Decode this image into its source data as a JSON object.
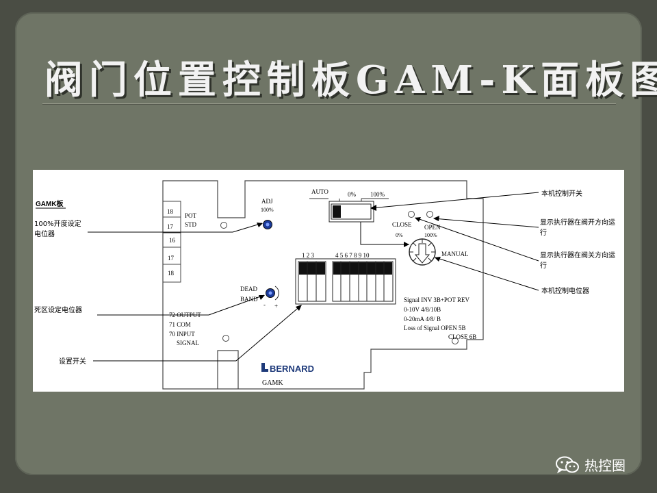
{
  "slide": {
    "title": "阀门位置控制板GAM-K面板图"
  },
  "diagram": {
    "board_label": "GAMK板",
    "left_labels": {
      "pot_100": "100%开度设定电位器",
      "deadband_pot": "死区设定电位器",
      "setting_switch": "设置开关"
    },
    "right_labels": {
      "local_control_switch": "本机控制开关",
      "open_indicator": "显示执行器在阀开方向运行",
      "close_indicator": "显示执行器在阀关方向运行",
      "local_control_pot": "本机控制电位器"
    },
    "board_text": {
      "adj": "ADJ",
      "adj_pct": "100%",
      "auto": "AUTO",
      "auto_0": "0%",
      "auto_100": "100%",
      "close": "CLOSE",
      "open": "OPEN",
      "close_pct": "0%",
      "open_pct": "100%",
      "manual": "MANUAL",
      "term_18a": "18",
      "term_17a": "17",
      "term_16": "16",
      "term_17b": "17",
      "term_18b": "18",
      "pot": "POT",
      "std": "STD",
      "dead": "DEAD",
      "band": "BAND",
      "minus": "-",
      "plus": "+",
      "t72": "72 OUTPUT",
      "t71": "71 COM",
      "t70": "70 INPUT",
      "signal": "SIGNAL",
      "dip_left_nums": "1  2  3",
      "dip_right_nums": "4  5  6  7  8  9  10",
      "sig1": "Signal INV 3B+POT REV",
      "sig2": "0-10V   4/8/10B",
      "sig3": "0-20mA 4/8/   B",
      "sig4": "Loss of Signal    OPEN 5B",
      "sig5": "CLOSE 6B",
      "brand": "BERNARD",
      "model": "GAMK"
    }
  },
  "watermark": {
    "text": "热控圈",
    "icon": "wechat-icon"
  }
}
